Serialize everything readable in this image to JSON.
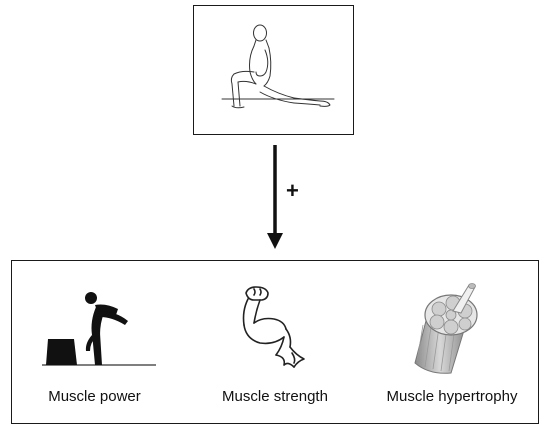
{
  "exercise": {
    "icon": "lunge-stretch-figure-icon"
  },
  "connector": {
    "symbol": "+",
    "icon": "down-arrow-icon"
  },
  "outcomes": [
    {
      "label": "Muscle power",
      "icon": "box-jump-figure-icon"
    },
    {
      "label": "Muscle strength",
      "icon": "flexed-bicep-icon"
    },
    {
      "label": "Muscle hypertrophy",
      "icon": "muscle-fiber-bundle-icon"
    }
  ],
  "colors": {
    "line": "#1a1a1a",
    "silhouette": "#111111",
    "fiber": "#a8a8a8"
  }
}
